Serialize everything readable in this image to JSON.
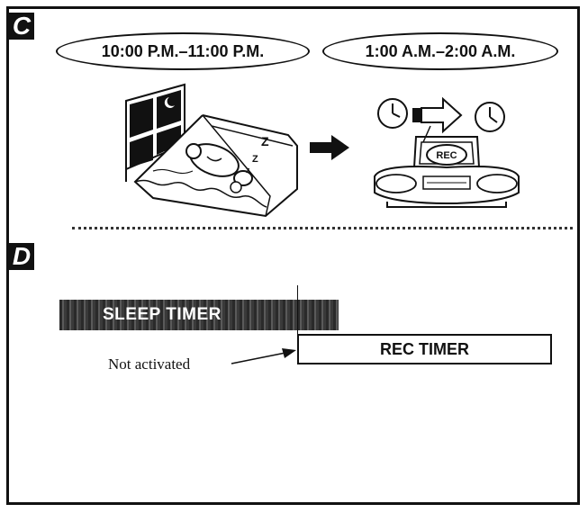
{
  "section_c": {
    "label": "C",
    "sleep_time": "10:00 P.M.–11:00 P.M.",
    "record_time": "1:00 A.M.–2:00 A.M."
  },
  "section_d": {
    "label": "D",
    "sleep_timer_label": "SLEEP TIMER",
    "rec_timer_label": "REC TIMER",
    "note": "Not activated"
  },
  "illustration": {
    "rec_badge": "REC",
    "snore_letters": "Z",
    "snore_letter_small": "z"
  }
}
